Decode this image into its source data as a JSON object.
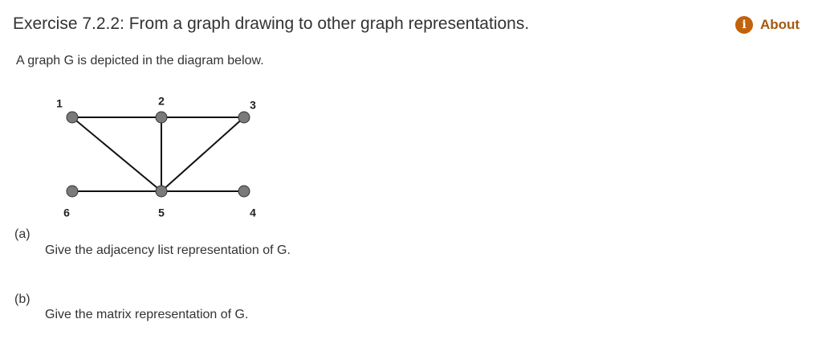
{
  "header": {
    "title": "Exercise 7.2.2: From a graph drawing to other graph representations.",
    "about": {
      "label": "About",
      "icon": "info-icon",
      "icon_glyph": "i",
      "color": "#a35a0f",
      "icon_bg": "#c2620b"
    }
  },
  "intro": "A graph G is depicted in the diagram below.",
  "graph": {
    "vertices": [
      {
        "id": "1",
        "label": "1"
      },
      {
        "id": "2",
        "label": "2"
      },
      {
        "id": "3",
        "label": "3"
      },
      {
        "id": "4",
        "label": "4"
      },
      {
        "id": "5",
        "label": "5"
      },
      {
        "id": "6",
        "label": "6"
      }
    ],
    "edges": [
      [
        "1",
        "2"
      ],
      [
        "2",
        "3"
      ],
      [
        "1",
        "5"
      ],
      [
        "2",
        "5"
      ],
      [
        "3",
        "5"
      ],
      [
        "6",
        "5"
      ],
      [
        "5",
        "4"
      ]
    ],
    "node_color": "#7a7a7a"
  },
  "parts": [
    {
      "label": "(a)",
      "text": "Give the adjacency list representation of G."
    },
    {
      "label": "(b)",
      "text": "Give the matrix representation of G."
    }
  ]
}
